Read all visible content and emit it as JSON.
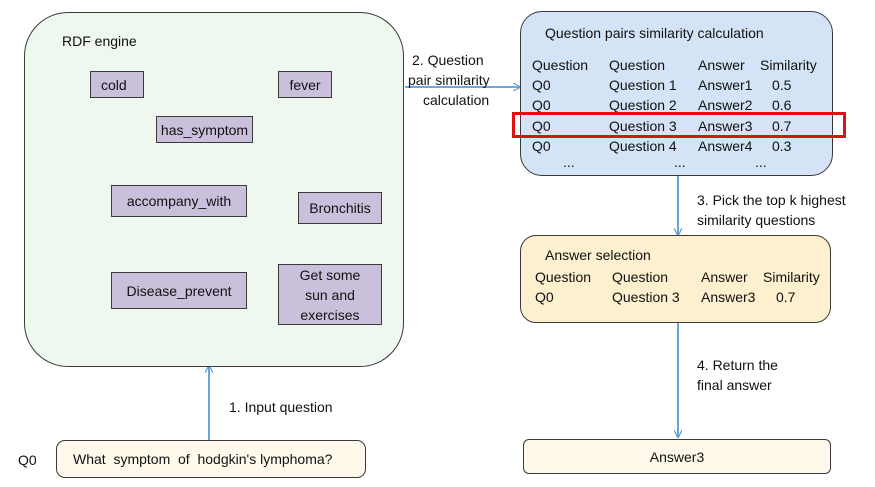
{
  "rdf": {
    "title": "RDF engine",
    "nodes": {
      "cold": "cold",
      "fever": "fever",
      "has_symptom": "has_symptom",
      "accompany_with": "accompany_with",
      "bronchitis": "Bronchitis",
      "disease_prevent": "Disease_prevent",
      "sun_line1": "Get some",
      "sun_line2": "sun and",
      "sun_line3": "exercises"
    }
  },
  "question": {
    "id": "Q0",
    "text": "What  symptom  of  hodgkin's lymphoma?"
  },
  "steps": {
    "s1": "1. Input question",
    "s2_line1": "2. Question",
    "s2_line2": "pair similarity",
    "s2_line3": "calculation",
    "s3_line1": "3. Pick the top k highest",
    "s3_line2": "similarity questions",
    "s4_line1": "4. Return the",
    "s4_line2": "final answer"
  },
  "similarity": {
    "title": "Question pairs similarity calculation",
    "headers": [
      "Question",
      "Question",
      "Answer",
      "Similarity"
    ],
    "rows": [
      [
        "Q0",
        "Question 1",
        "Answer1",
        "0.5"
      ],
      [
        "Q0",
        "Question 2",
        "Answer2",
        "0.6"
      ],
      [
        "Q0",
        "Question 3",
        "Answer3",
        "0.7"
      ],
      [
        "Q0",
        "Question 4",
        "Answer4",
        "0.3"
      ],
      [
        "...",
        "...",
        "...",
        ""
      ]
    ],
    "highlight_row": 2,
    "highlight_color": "#e01010"
  },
  "selection": {
    "title": "Answer selection",
    "headers": [
      "Question",
      "Question",
      "Answer",
      "Similarity"
    ],
    "row": [
      "Q0",
      "Question 3",
      "Answer3",
      "0.7"
    ]
  },
  "answer": {
    "text": "Answer3"
  },
  "colors": {
    "rdf_bg": "#eef8ee",
    "sim_bg": "#d4e3f5",
    "sel_bg": "#fdf0cf",
    "ans_bg": "#fef9ea",
    "node_bg": "#cbc0dc",
    "connector": "#5a9bd5"
  }
}
